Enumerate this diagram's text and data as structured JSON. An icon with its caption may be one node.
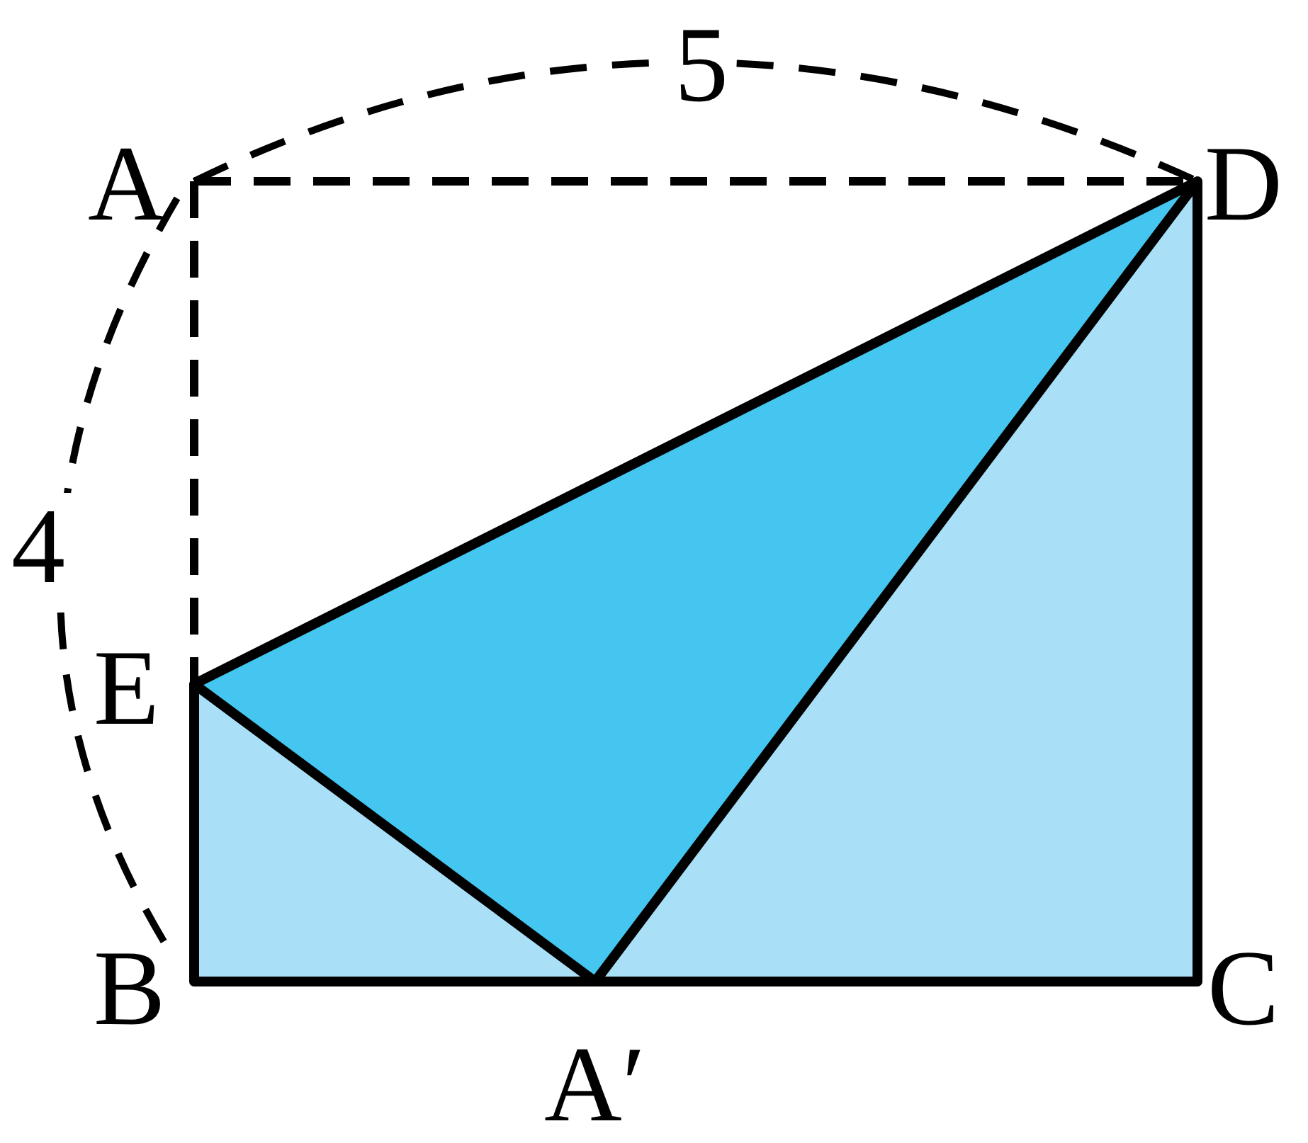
{
  "diagram": {
    "labels": [
      "5",
      "A",
      "D",
      "4",
      "E",
      "B",
      "A′",
      "C"
    ]
  }
}
